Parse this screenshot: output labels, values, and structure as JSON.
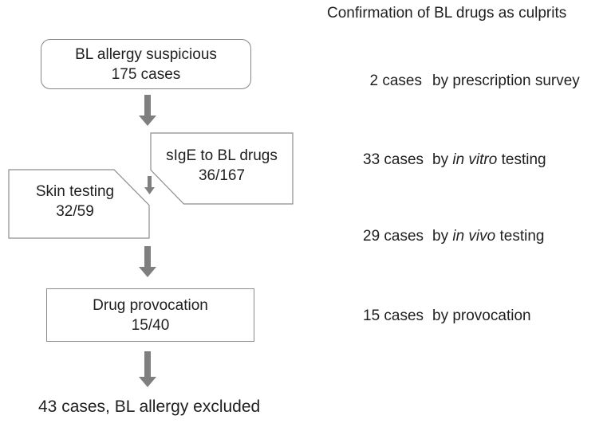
{
  "title": "Confirmation of BL drugs as culprits",
  "flowchart": {
    "start_box": {
      "line1": "BL allergy suspicious",
      "line2": "175 cases"
    },
    "sige_box": {
      "line1": "sIgE to BL drugs",
      "line2": "36/167"
    },
    "skin_box": {
      "line1": "Skin testing",
      "line2": "32/59"
    },
    "provocation_box": {
      "line1": "Drug provocation",
      "line2": "15/40"
    },
    "outcome": "43 cases, BL allergy excluded"
  },
  "confirmations": [
    {
      "count": "2 cases",
      "pre": "by prescription survey",
      "italic": "",
      "post": ""
    },
    {
      "count": "33 cases",
      "pre": "by ",
      "italic": "in vitro",
      "post": " testing"
    },
    {
      "count": "29 cases",
      "pre": "by ",
      "italic": "in vivo",
      "post": " testing"
    },
    {
      "count": "15 cases",
      "pre": "by provocation",
      "italic": "",
      "post": ""
    }
  ],
  "colors": {
    "arrow": "#7f7f7f",
    "box_border": "#8c8c8c",
    "text": "#1f1f1f",
    "background": "#ffffff"
  }
}
